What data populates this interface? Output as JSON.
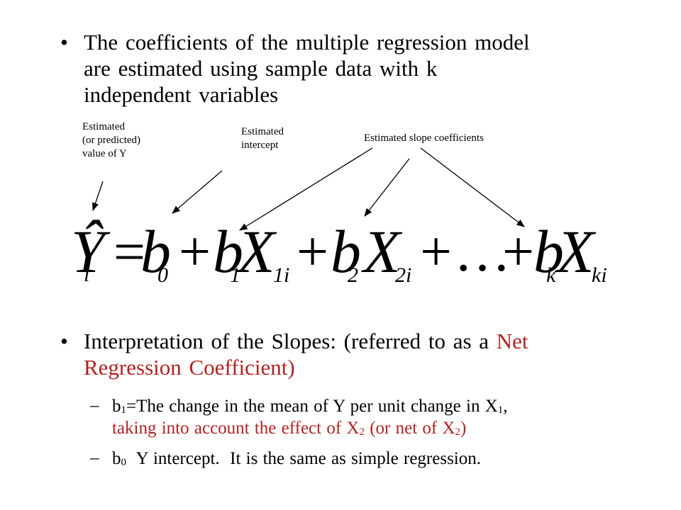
{
  "bullet1": {
    "marker": "•",
    "lines": [
      "The coefficients of the multiple regression model",
      "are estimated using sample data with k",
      "independent variables"
    ]
  },
  "annotations": {
    "predicted": [
      "Estimated",
      "(or predicted)",
      "value of Y"
    ],
    "intercept": [
      "Estimated",
      "intercept"
    ],
    "slopes": "Estimated slope coefficients"
  },
  "equation": {
    "lhs": "Ŷ",
    "lhs_sub": "i",
    "equals": "=",
    "b": "b",
    "X": "X",
    "plus": "+",
    "dots": "…",
    "sub_0": "0",
    "sub_1": "1",
    "sub_2": "2",
    "sub_k": "k",
    "sub_1i": "1i",
    "sub_2i": "2i",
    "sub_ki": "ki"
  },
  "bullet2": {
    "marker": "•",
    "line1_black": "Interpretation of the Slopes: (referred to as a ",
    "line1_red": "Net",
    "line2_red": "Regression Coefficient)",
    "line2_black": ""
  },
  "sub1": {
    "dash": "–",
    "b": "b",
    "b_sub": "1",
    "text1": "=The change in the mean of Y per unit change in X",
    "x_sub": "1",
    "comma": ",",
    "red1": "taking into account the effect of X",
    "red_sub1": "2",
    "red2": " (or net of X",
    "red_sub2": "2",
    "red3": ")"
  },
  "sub2": {
    "dash": "–",
    "b": "b",
    "b_sub": "0",
    "text": "  Y intercept.  It is the same as simple regression."
  }
}
